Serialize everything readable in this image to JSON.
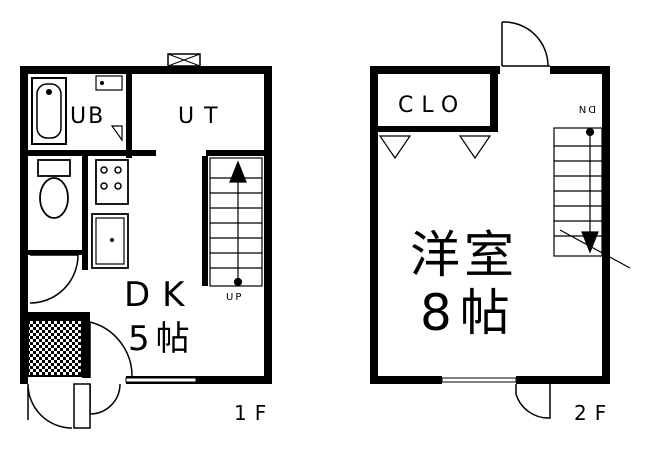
{
  "floor1": {
    "caption": "1F",
    "rooms": {
      "ub": "UB",
      "ut": "UT",
      "dk_line1": "DK",
      "dk_line2": "5帖"
    },
    "stairs_label": "UP"
  },
  "floor2": {
    "caption": "2F",
    "rooms": {
      "clo": "CLO",
      "western_line1": "洋室",
      "western_line2": "8帖"
    },
    "stairs_label": "DN"
  }
}
